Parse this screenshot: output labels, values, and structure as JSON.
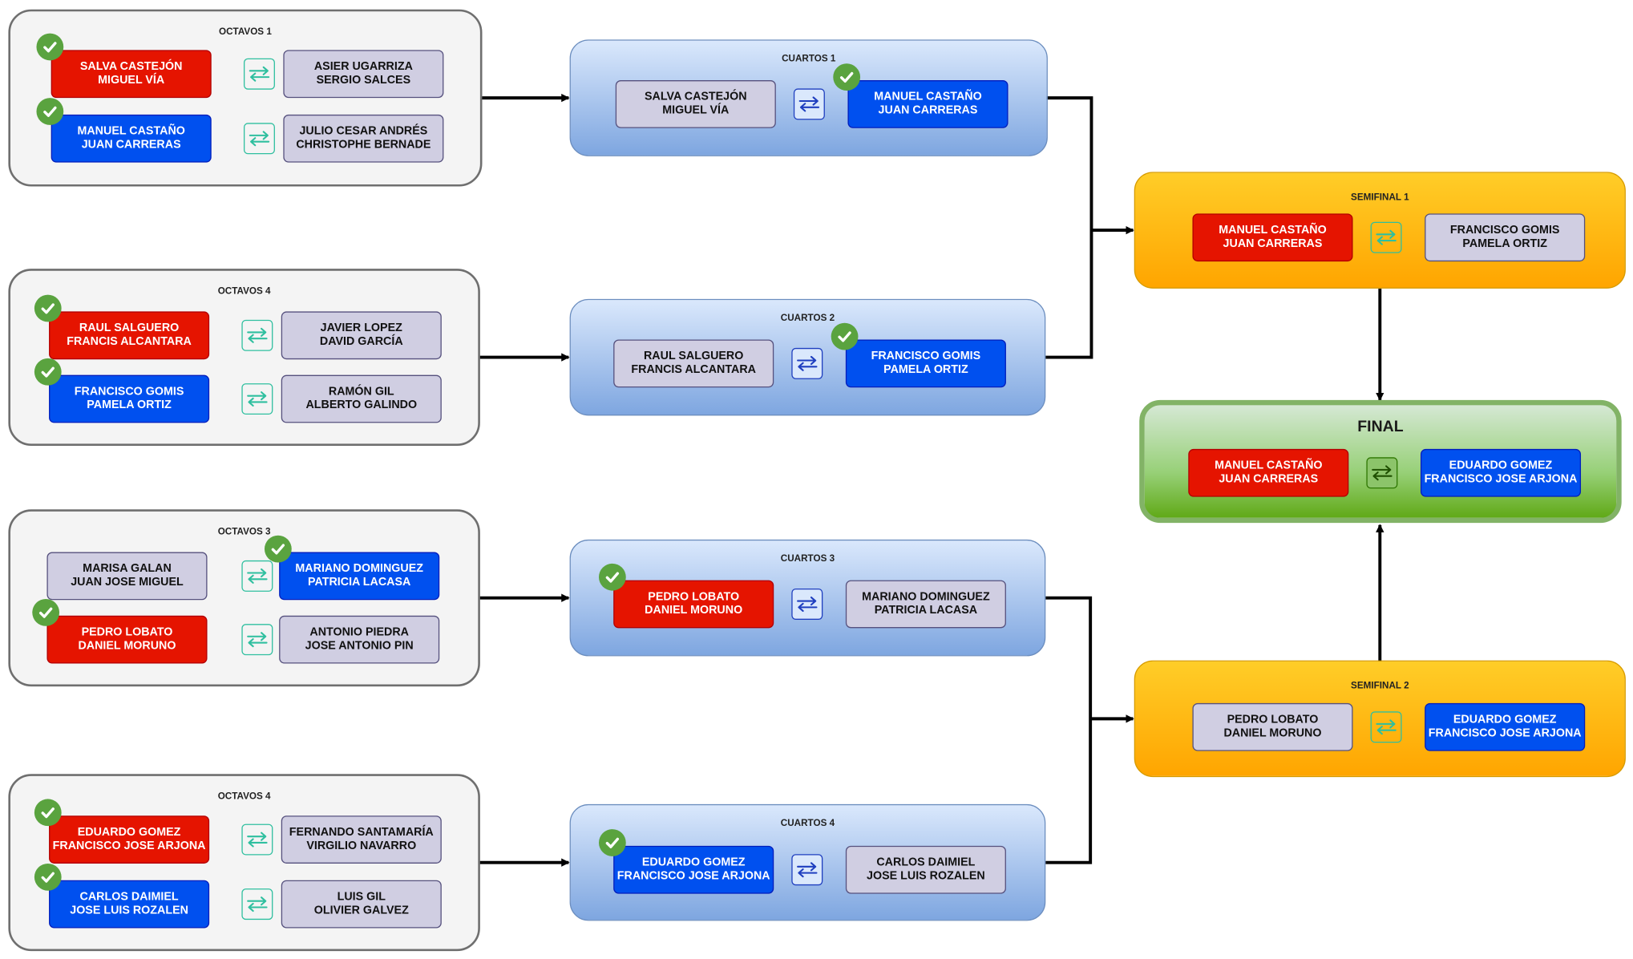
{
  "groups": [
    {
      "id": "oct1",
      "style": "octavos",
      "title": "OCTAVOS 1",
      "matches": [
        {
          "left": {
            "text": "SALVA CASTEJÓN\nMIGUEL VÍA",
            "color": "red",
            "check": true
          },
          "right": {
            "text": "ASIER UGARRIZA\nSERGIO SALCES",
            "color": "gray",
            "check": false
          }
        },
        {
          "left": {
            "text": "MANUEL CASTAÑO\nJUAN CARRERAS",
            "color": "blue",
            "check": true
          },
          "right": {
            "text": "JULIO CESAR ANDRÉS\nCHRISTOPHE BERNADE",
            "color": "gray",
            "check": false
          }
        }
      ]
    },
    {
      "id": "oct4a",
      "style": "octavos",
      "title": "OCTAVOS 4",
      "matches": [
        {
          "left": {
            "text": "RAUL SALGUERO\nFRANCIS ALCANTARA",
            "color": "red",
            "check": true
          },
          "right": {
            "text": "JAVIER LOPEZ\nDAVID GARCÍA",
            "color": "gray",
            "check": false
          }
        },
        {
          "left": {
            "text": "FRANCISCO GOMIS\nPAMELA ORTIZ",
            "color": "blue",
            "check": true
          },
          "right": {
            "text": "RAMÓN GIL\nALBERTO GALINDO",
            "color": "gray",
            "check": false
          }
        }
      ]
    },
    {
      "id": "oct3",
      "style": "octavos",
      "title": "OCTAVOS 3",
      "matches": [
        {
          "left": {
            "text": "MARISA GALAN\nJUAN JOSE MIGUEL",
            "color": "gray",
            "check": false
          },
          "right": {
            "text": "MARIANO DOMINGUEZ\nPATRICIA LACASA",
            "color": "blue",
            "check": true
          }
        },
        {
          "left": {
            "text": "PEDRO LOBATO\nDANIEL MORUNO",
            "color": "red",
            "check": true
          },
          "right": {
            "text": "ANTONIO PIEDRA\nJOSE ANTONIO PIN",
            "color": "gray",
            "check": false
          }
        }
      ]
    },
    {
      "id": "oct4b",
      "style": "octavos",
      "title": "OCTAVOS 4",
      "matches": [
        {
          "left": {
            "text": "EDUARDO GOMEZ\nFRANCISCO JOSE ARJONA",
            "color": "red",
            "check": true
          },
          "right": {
            "text": "FERNANDO SANTAMARÍA\nVIRGILIO NAVARRO",
            "color": "gray",
            "check": false
          }
        },
        {
          "left": {
            "text": "CARLOS DAIMIEL\nJOSE LUIS ROZALEN",
            "color": "blue",
            "check": true
          },
          "right": {
            "text": "LUIS GIL\nOLIVIER GALVEZ",
            "color": "gray",
            "check": false
          }
        }
      ]
    },
    {
      "id": "cua1",
      "style": "cuartos",
      "title": "CUARTOS 1",
      "matches": [
        {
          "left": {
            "text": "SALVA CASTEJÓN\nMIGUEL VÍA",
            "color": "gray",
            "check": false
          },
          "right": {
            "text": "MANUEL CASTAÑO\nJUAN CARRERAS",
            "color": "blue",
            "check": true
          }
        }
      ]
    },
    {
      "id": "cua2",
      "style": "cuartos",
      "title": "CUARTOS 2",
      "matches": [
        {
          "left": {
            "text": "RAUL SALGUERO\nFRANCIS ALCANTARA",
            "color": "gray",
            "check": false
          },
          "right": {
            "text": "FRANCISCO GOMIS\nPAMELA ORTIZ",
            "color": "blue",
            "check": true
          }
        }
      ]
    },
    {
      "id": "cua3",
      "style": "cuartos",
      "title": "CUARTOS 3",
      "matches": [
        {
          "left": {
            "text": "PEDRO LOBATO\nDANIEL MORUNO",
            "color": "red",
            "check": true
          },
          "right": {
            "text": "MARIANO DOMINGUEZ\nPATRICIA LACASA",
            "color": "gray",
            "check": false
          }
        }
      ]
    },
    {
      "id": "cua4",
      "style": "cuartos",
      "title": "CUARTOS 4",
      "matches": [
        {
          "left": {
            "text": "EDUARDO GOMEZ\nFRANCISCO JOSE ARJONA",
            "color": "blue",
            "check": true
          },
          "right": {
            "text": "CARLOS DAIMIEL\nJOSE LUIS ROZALEN",
            "color": "gray",
            "check": false
          }
        }
      ]
    },
    {
      "id": "semi1",
      "style": "semi",
      "title": "SEMIFINAL 1",
      "matches": [
        {
          "left": {
            "text": "MANUEL CASTAÑO\nJUAN CARRERAS",
            "color": "red",
            "check": false
          },
          "right": {
            "text": "FRANCISCO GOMIS\nPAMELA ORTIZ",
            "color": "gray",
            "check": false
          }
        }
      ]
    },
    {
      "id": "semi2",
      "style": "semi",
      "title": "SEMIFINAL 2",
      "matches": [
        {
          "left": {
            "text": "PEDRO LOBATO\nDANIEL MORUNO",
            "color": "gray",
            "check": false
          },
          "right": {
            "text": "EDUARDO GOMEZ\nFRANCISCO JOSE ARJONA",
            "color": "blue",
            "check": false
          }
        }
      ]
    },
    {
      "id": "final",
      "style": "final",
      "title": "FINAL",
      "matches": [
        {
          "left": {
            "text": "MANUEL CASTAÑO\nJUAN CARRERAS",
            "color": "red",
            "check": false
          },
          "right": {
            "text": "EDUARDO GOMEZ\nFRANCISCO JOSE ARJONA",
            "color": "blue",
            "check": false
          }
        }
      ]
    }
  ],
  "icons": {
    "swap": "swap-arrows-icon",
    "check": "check-circle-icon"
  },
  "colors": {
    "red": "#e51400",
    "blue": "#0050ef",
    "gray": "#d0cee2",
    "check": "#5aa33f",
    "swap_octavos": "#2fbf9f",
    "swap_cuartos": "#1f3fbf",
    "connector": "#000000"
  }
}
